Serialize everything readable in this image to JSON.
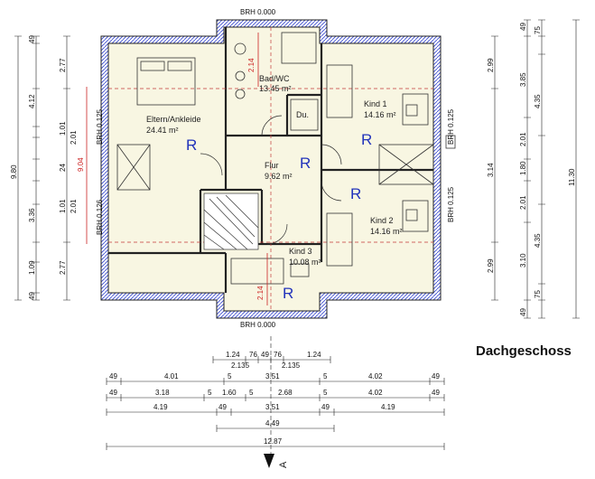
{
  "title": "Dachgeschoss",
  "section_marker": "A",
  "rooms": [
    {
      "id": "eltern",
      "name": "Eltern/Ankleide",
      "area": "24.41 m²"
    },
    {
      "id": "bad",
      "name": "Bad/WC",
      "area": "13.45 m²"
    },
    {
      "id": "kind1",
      "name": "Kind 1",
      "area": "14.16 m²"
    },
    {
      "id": "flur",
      "name": "Flur",
      "area": "9.62 m²"
    },
    {
      "id": "kind2",
      "name": "Kind 2",
      "area": "14.16 m²"
    },
    {
      "id": "kind3",
      "name": "Kind 3",
      "area": "10.08 m²"
    }
  ],
  "small_labels": {
    "du": "Du.",
    "r": "R"
  },
  "brh": {
    "top": "BRH 0.000",
    "left_upper": "BRH 0.125",
    "left_lower": "BRH 0.126",
    "right_upper": "BRH 0.125",
    "right_lower": "BRH 0.125"
  },
  "heights": {
    "h1": "2.14",
    "h2": "2.14",
    "span": "9.04"
  },
  "dims_left_outer": [
    "49",
    "2.77",
    "4.12",
    "1.01",
    "2.01",
    "24",
    "2.01",
    "1.01",
    "3.36",
    "1.09",
    "2.77",
    "49"
  ],
  "dims_left_total": "9.80",
  "dims_right_inner": [
    "49",
    "75",
    "2.99",
    "3.85",
    "4.35",
    "2.01",
    "1.80",
    "3.14",
    "2.01",
    "4.35",
    "3.10",
    "2.99",
    "75",
    "49"
  ],
  "dims_right_total": "11.30",
  "dims_bottom_row1": [
    "1.24",
    "76",
    "49",
    "76",
    "1.24"
  ],
  "dims_bottom_row1b": [
    "2.135",
    "2.135"
  ],
  "dims_bottom_row2": [
    "49",
    "4.01",
    "5",
    "3.51",
    "5",
    "4.02",
    "49"
  ],
  "dims_bottom_row3": [
    "49",
    "3.18",
    "5",
    "1.60",
    "5",
    "2.68",
    "5",
    "4.02",
    "49"
  ],
  "dims_bottom_row4": [
    "4.19",
    "49",
    "3.51",
    "49",
    "4.19"
  ],
  "dims_bottom_row5": "4.49",
  "dims_bottom_total": "12.87"
}
